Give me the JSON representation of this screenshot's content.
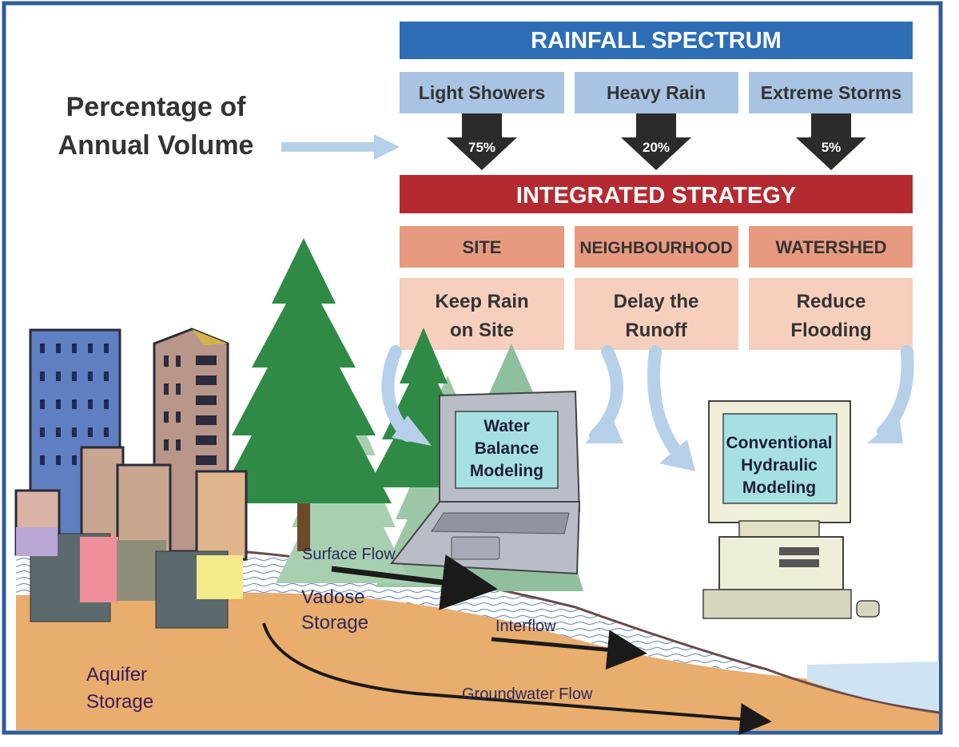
{
  "rainfall_spectrum": {
    "title": "RAINFALL SPECTRUM",
    "categories": [
      {
        "label": "Light Showers",
        "percent": "75%"
      },
      {
        "label": "Heavy Rain",
        "percent": "20%"
      },
      {
        "label": "Extreme Storms",
        "percent": "5%"
      }
    ]
  },
  "percentage_label": {
    "line1": "Percentage of",
    "line2": "Annual Volume"
  },
  "integrated_strategy": {
    "title": "INTEGRATED STRATEGY",
    "scales": [
      {
        "label": "SITE",
        "goal_line1": "Keep Rain",
        "goal_line2": "on Site"
      },
      {
        "label": "NEIGHBOURHOOD",
        "goal_line1": "Delay the",
        "goal_line2": "Runoff"
      },
      {
        "label": "WATERSHED",
        "goal_line1": "Reduce",
        "goal_line2": "Flooding"
      }
    ]
  },
  "laptop": {
    "line1": "Water",
    "line2": "Balance",
    "line3": "Modeling"
  },
  "desktop": {
    "line1": "Conventional",
    "line2": "Hydraulic",
    "line3": "Modeling"
  },
  "flows": {
    "surface": "Surface Flow",
    "vadose_line1": "Vadose",
    "vadose_line2": "Storage",
    "interflow": "Interflow",
    "groundwater": "Groundwater Flow",
    "aquifer_line1": "Aquifer",
    "aquifer_line2": "Storage"
  },
  "colors": {
    "frame": "#2f5b9a",
    "rainfall_bar": "#2d6db5",
    "rain_box": "#a9c4e2",
    "strategy_bar": "#b52a31",
    "scale_box": "#e89a80",
    "goal_box": "#f6cfbd",
    "arrow_light": "#b7d0ea",
    "ground": "#e9ad6e",
    "water": "#cfe4f3",
    "trees": "#2f8a46",
    "label_text": "#2a2a5a"
  }
}
